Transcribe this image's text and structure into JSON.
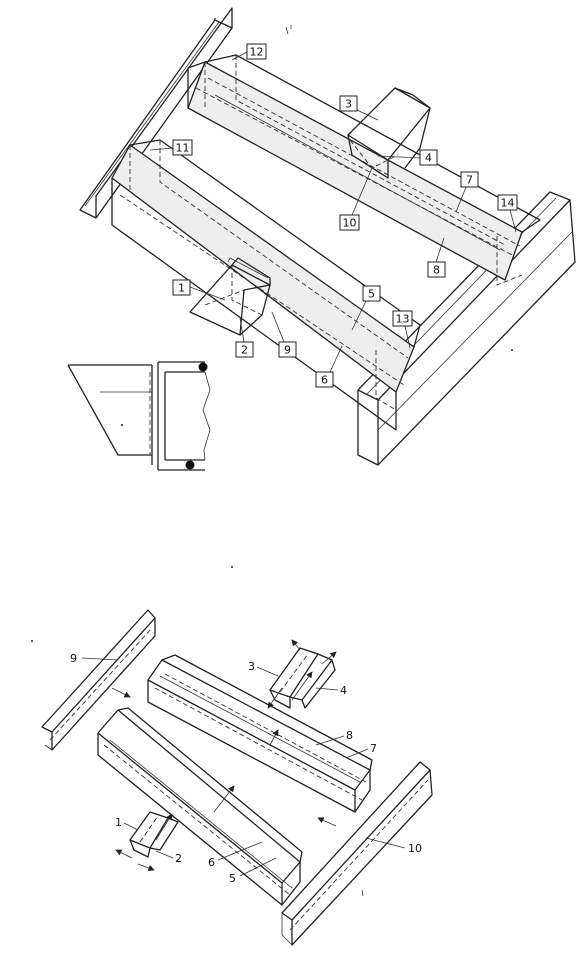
{
  "assembled_view": {
    "callouts": [
      "1",
      "2",
      "3",
      "4",
      "5",
      "6",
      "7",
      "8",
      "9",
      "10",
      "11",
      "12",
      "13",
      "14"
    ]
  },
  "exploded_view": {
    "labels": [
      "1",
      "2",
      "3",
      "4",
      "5",
      "6",
      "7",
      "8",
      "9",
      "10"
    ]
  }
}
